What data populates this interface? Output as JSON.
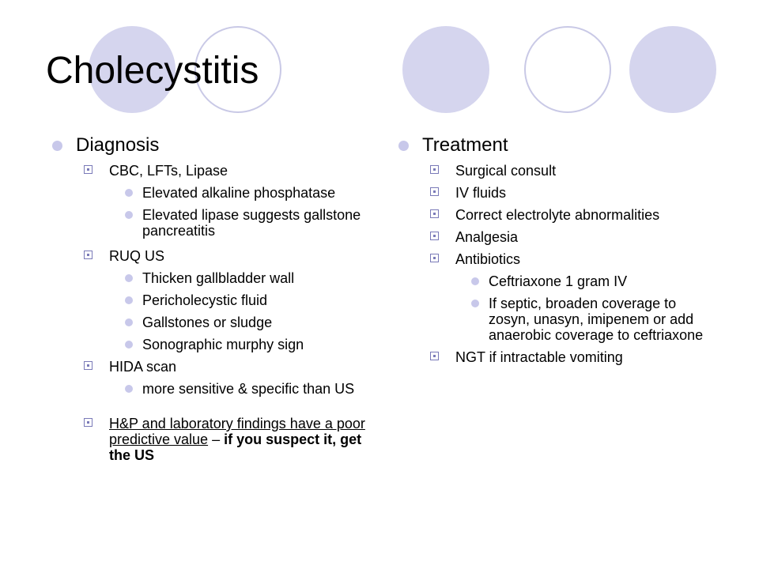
{
  "slide": {
    "title": "Cholecystitis",
    "diagnosis": {
      "heading": "Diagnosis",
      "tests": [
        {
          "label": "CBC, LFTs, Lipase",
          "findings": [
            "Elevated alkaline phosphatase",
            "Elevated lipase suggests gallstone pancreatitis"
          ]
        },
        {
          "label": "RUQ US",
          "findings": [
            "Thicken gallbladder wall",
            "Pericholecystic fluid",
            "Gallstones or sludge",
            "Sonographic murphy sign"
          ]
        },
        {
          "label": "HIDA scan",
          "findings": [
            "more sensitive & specific than US"
          ]
        }
      ],
      "note": {
        "underlined": "H&P and laboratory findings have a poor predictive value",
        "dash": " – ",
        "bold": "if you suspect it, get the US"
      }
    },
    "treatment": {
      "heading": "Treatment",
      "items": [
        "Surgical consult",
        "IV fluids",
        "Correct electrolyte abnormalities",
        "Analgesia",
        "Antibiotics"
      ],
      "antibiotics": [
        "Ceftriaxone 1 gram IV",
        "If septic, broaden coverage to zosyn, unasyn, imipenem or add anaerobic coverage to ceftriaxone"
      ],
      "last_item": "NGT if intractable vomiting"
    }
  },
  "theme": {
    "circle_fill": "#d5d5ee",
    "circle_outline": "#c9c9e6",
    "bullet": "#c8c8ea",
    "square_bullet": "#7a7ab8"
  }
}
